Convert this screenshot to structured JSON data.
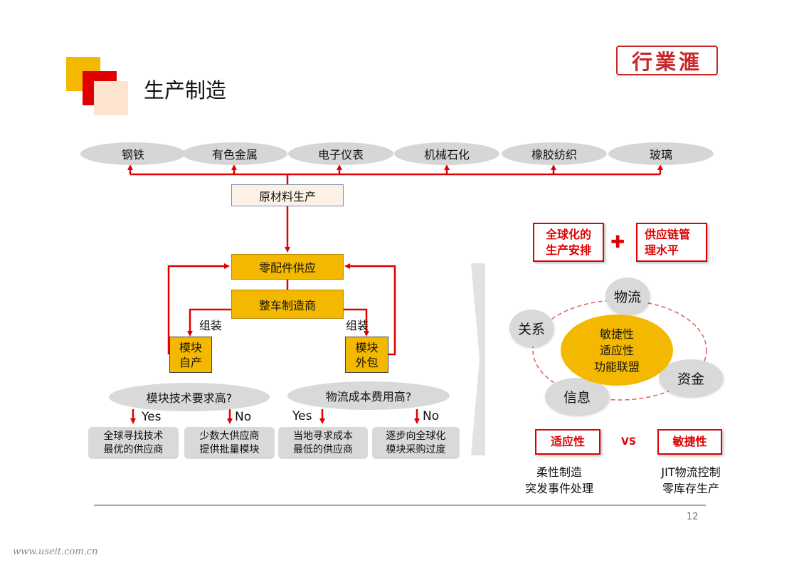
{
  "header": {
    "title": "生产制造",
    "logo_text": "行業滙"
  },
  "industries": [
    "钢铁",
    "有色金属",
    "电子仪表",
    "机械石化",
    "橡胶纺织",
    "玻璃"
  ],
  "flow": {
    "raw_material": "原材料生产",
    "parts_supply": "零配件供应",
    "oem": "整车制造商",
    "assembly_left": "组装",
    "assembly_right": "组装",
    "module_self": [
      "模块",
      "自产"
    ],
    "module_outsource": [
      "模块",
      "外包"
    ]
  },
  "questions": {
    "left": "模块技术要求高?",
    "right": "物流成本费用高?",
    "left_yes": "Yes",
    "left_no": "No",
    "right_yes": "Yes",
    "right_no": "No"
  },
  "results": [
    [
      "全球寻找技术",
      "最优的供应商"
    ],
    [
      "少数大供应商",
      "提供批量模块"
    ],
    [
      "当地寻求成本",
      "最低的供应商"
    ],
    [
      "逐步向全球化",
      "模块采购过度"
    ]
  ],
  "right_panel": {
    "global_box": [
      "全球化的",
      "生产安排"
    ],
    "supply_box": [
      "供应链管",
      "理水平"
    ],
    "plus": "✚",
    "circles": {
      "logistics": "物流",
      "relation": "关系",
      "capital": "资金",
      "info": "信息"
    },
    "center": [
      "敏捷性",
      "适应性",
      "功能联盟"
    ],
    "adapt": "适应性",
    "vs": "VS",
    "agile": "敏捷性",
    "adapt_caption": [
      "柔性制造",
      "突发事件处理"
    ],
    "agile_caption": [
      "JIT物流控制",
      "零库存生产"
    ]
  },
  "footer": {
    "page": "12",
    "watermark": "www.useit.com.cn"
  },
  "colors": {
    "accent_red": "#e00000",
    "yellow": "#f5b800",
    "gray": "#d9d9d9"
  }
}
